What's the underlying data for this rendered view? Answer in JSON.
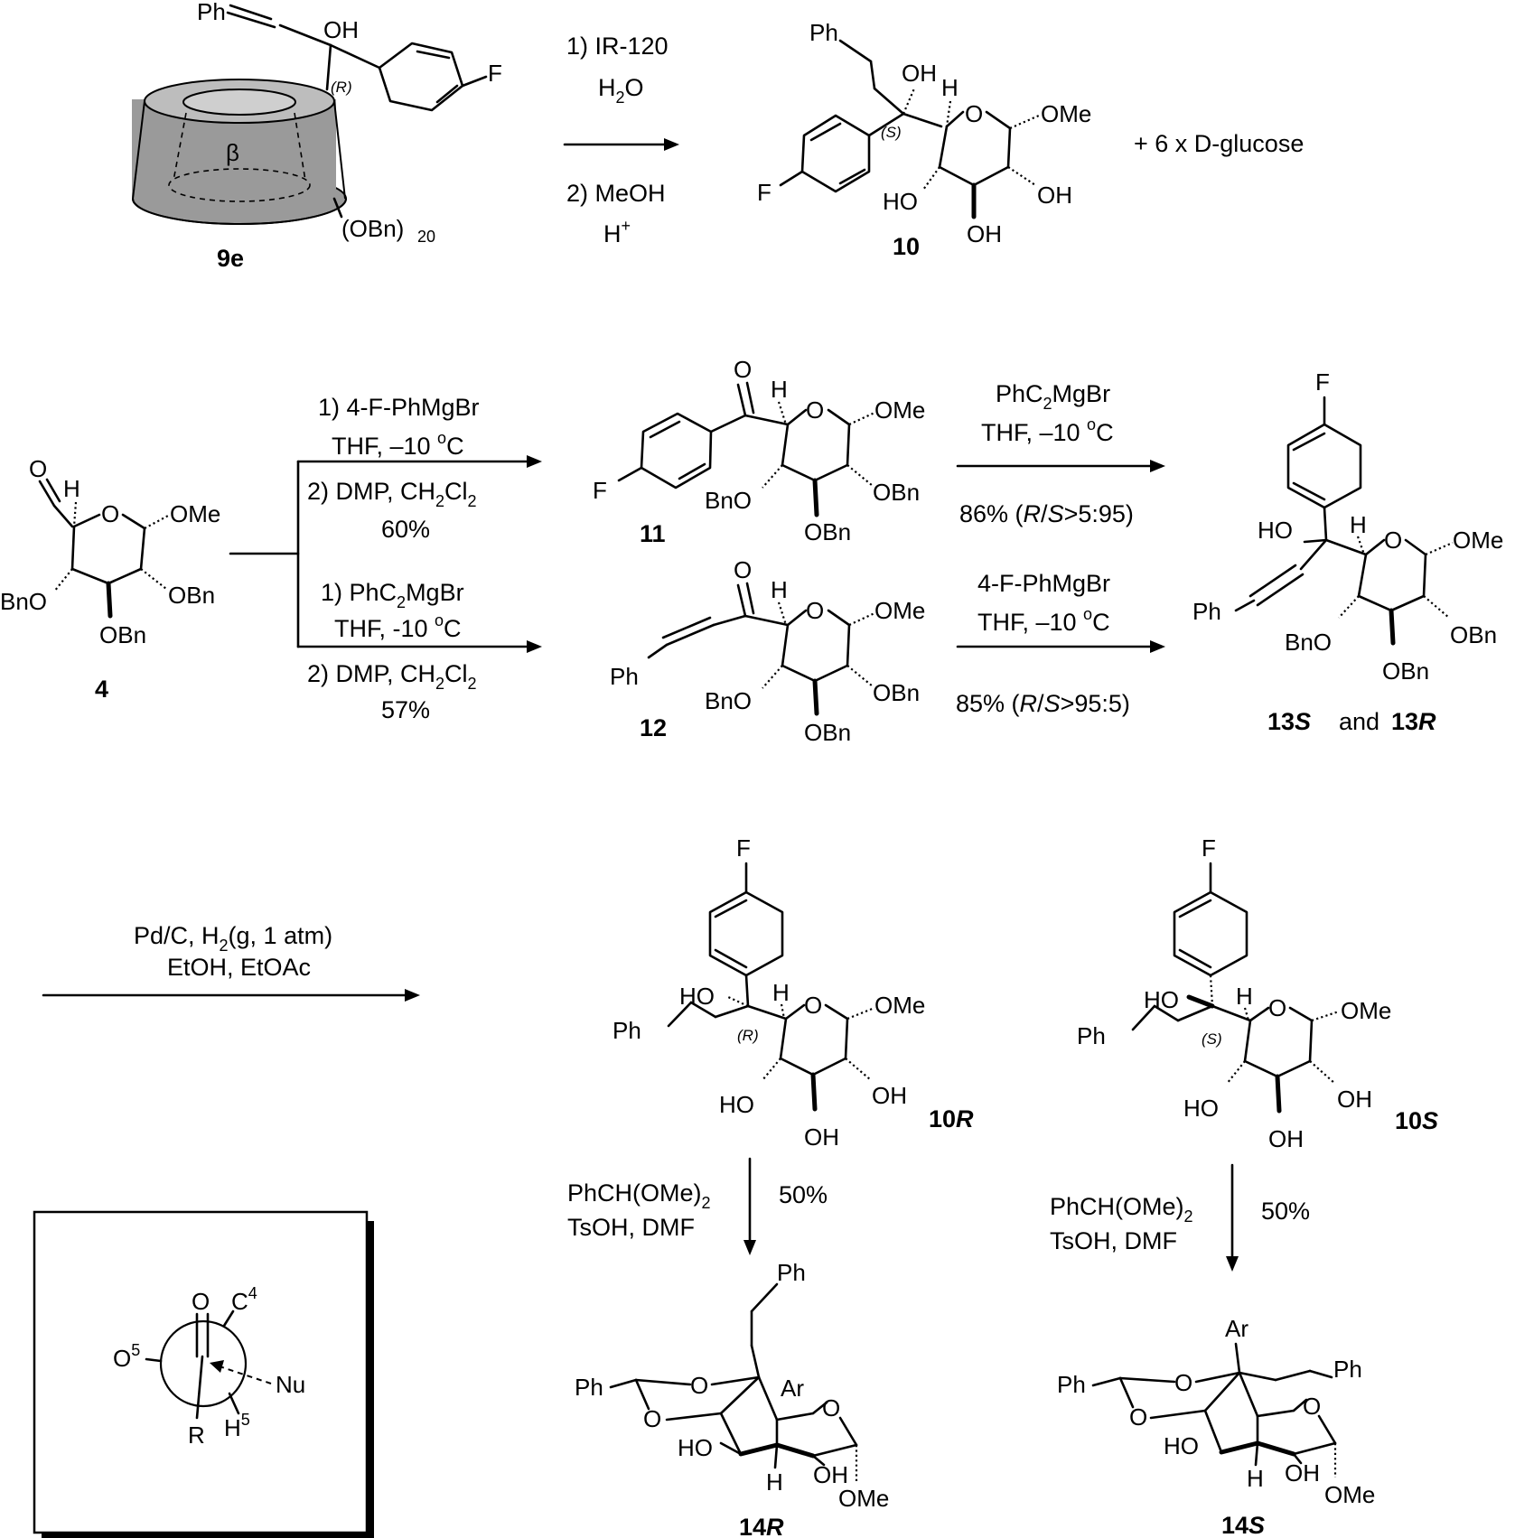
{
  "scheme": {
    "row1": {
      "compound_9e": {
        "id": "9e",
        "beta": "β",
        "substituent": "(OBn)",
        "sub_count": "20",
        "ph": "Ph",
        "oh": "OH",
        "f": "F",
        "stereo": "(R)"
      },
      "arrow_conditions": {
        "step1": "1) IR-120",
        "step1b_main": "H",
        "step1b_sub": "2",
        "step1b_end": "O",
        "step2": "2) MeOH",
        "step2b_main": "H",
        "step2b_sup": "+"
      },
      "compound_10": {
        "id": "10",
        "ph": "Ph",
        "oh": "OH",
        "h": "H",
        "o": "O",
        "ome": "OMe",
        "f": "F",
        "ho": "HO",
        "oh2": "OH",
        "oh3": "OH",
        "stereo": "(S)"
      },
      "byproduct": "+ 6 x D-glucose"
    },
    "row2": {
      "compound_4": {
        "id": "4",
        "o_ald": "O",
        "h": "H",
        "o": "O",
        "ome": "OMe",
        "bno": "BnO",
        "obn": "OBn",
        "obn2": "OBn"
      },
      "upper_conditions": {
        "l1": "1) 4-F-PhMgBr",
        "l2_main": "THF, –10 ",
        "l2_sup": "o",
        "l2_end": "C",
        "l3_main": "2) DMP, CH",
        "l3_sub1": "2",
        "l3_mid": "Cl",
        "l3_sub2": "2",
        "l4": "60%"
      },
      "lower_conditions": {
        "l1_main": "1) PhC",
        "l1_sub": "2",
        "l1_end": "MgBr",
        "l2_main": "THF, -10 ",
        "l2_sup": "o",
        "l2_end": "C",
        "l3_main": "2) DMP, CH",
        "l3_sub1": "2",
        "l3_mid": "Cl",
        "l3_sub2": "2",
        "l4": "57%"
      },
      "compound_11": {
        "id": "11",
        "o_ket": "O",
        "h": "H",
        "o": "O",
        "ome": "OMe",
        "f": "F",
        "bno": "BnO",
        "obn": "OBn",
        "obn2": "OBn"
      },
      "compound_12": {
        "id": "12",
        "o_ket": "O",
        "h": "H",
        "o": "O",
        "ome": "OMe",
        "ph": "Ph",
        "bno": "BnO",
        "obn": "OBn",
        "obn2": "OBn"
      },
      "right_upper_conditions": {
        "l1_main": "PhC",
        "l1_sub": "2",
        "l1_end": "MgBr",
        "l2_main": "THF, –10 ",
        "l2_sup": "o",
        "l2_end": "C",
        "l3_a": "86% (",
        "l3_r": "R",
        "l3_slash": "/",
        "l3_s": "S",
        "l3_b": ">5:95)"
      },
      "right_lower_conditions": {
        "l1": "4-F-PhMgBr",
        "l2_main": "THF, –10 ",
        "l2_sup": "o",
        "l2_end": "C",
        "l3_a": "85% (",
        "l3_r": "R",
        "l3_slash": "/",
        "l3_s": "S",
        "l3_b": ">95:5)"
      },
      "compound_13": {
        "f": "F",
        "ho": "HO",
        "h": "H",
        "o": "O",
        "ome": "OMe",
        "ph": "Ph",
        "bno": "BnO",
        "obn": "OBn",
        "obn2": "OBn",
        "label_a": "13",
        "label_a_i": "S",
        "label_and": "and",
        "label_b": "13",
        "label_b_i": "R"
      }
    },
    "row3": {
      "hydrogenation": {
        "l1_main": "Pd/C, H",
        "l1_sub": "2",
        "l1_end": "(g, 1 atm)",
        "l2": "EtOH, EtOAc"
      },
      "compound_10R": {
        "id": "10",
        "id_i": "R",
        "f": "F",
        "ho": "HO",
        "h": "H",
        "o": "O",
        "ome": "OMe",
        "ph": "Ph",
        "stereo": "(R)",
        "ho2": "HO",
        "oh": "OH",
        "oh2": "OH"
      },
      "compound_10S": {
        "id": "10",
        "id_i": "S",
        "f": "F",
        "ho": "HO",
        "h": "H",
        "o": "O",
        "ome": "OMe",
        "ph": "Ph",
        "stereo": "(S)",
        "ho2": "HO",
        "oh": "OH",
        "oh2": "OH"
      },
      "acetal_cond_R": {
        "l1_main": "PhCH(OMe)",
        "l1_sub": "2",
        "l2": "TsOH, DMF",
        "yield": "50%"
      },
      "acetal_cond_S": {
        "l1_main": "PhCH(OMe)",
        "l1_sub": "2",
        "l2": "TsOH, DMF",
        "yield": "50%"
      },
      "compound_14R": {
        "id": "14",
        "id_i": "R",
        "ph_top": "Ph",
        "ph": "Ph",
        "o1": "O",
        "o2": "O",
        "ar": "Ar",
        "o3": "O",
        "ho": "HO",
        "h": "H",
        "oh": "OH",
        "ome": "OMe"
      },
      "compound_14S": {
        "id": "14",
        "id_i": "S",
        "ar": "Ar",
        "ph_r": "Ph",
        "ph": "Ph",
        "o1": "O",
        "o2": "O",
        "o3": "O",
        "ho": "HO",
        "h": "H",
        "oh": "OH",
        "ome": "OMe"
      },
      "newman_box": {
        "o_top": "O",
        "c4": "C",
        "c4_sup": "4",
        "o5": "O",
        "o5_sup": "5",
        "nu": "Nu",
        "r": "R",
        "h5": "H",
        "h5_sup": "5"
      }
    }
  }
}
